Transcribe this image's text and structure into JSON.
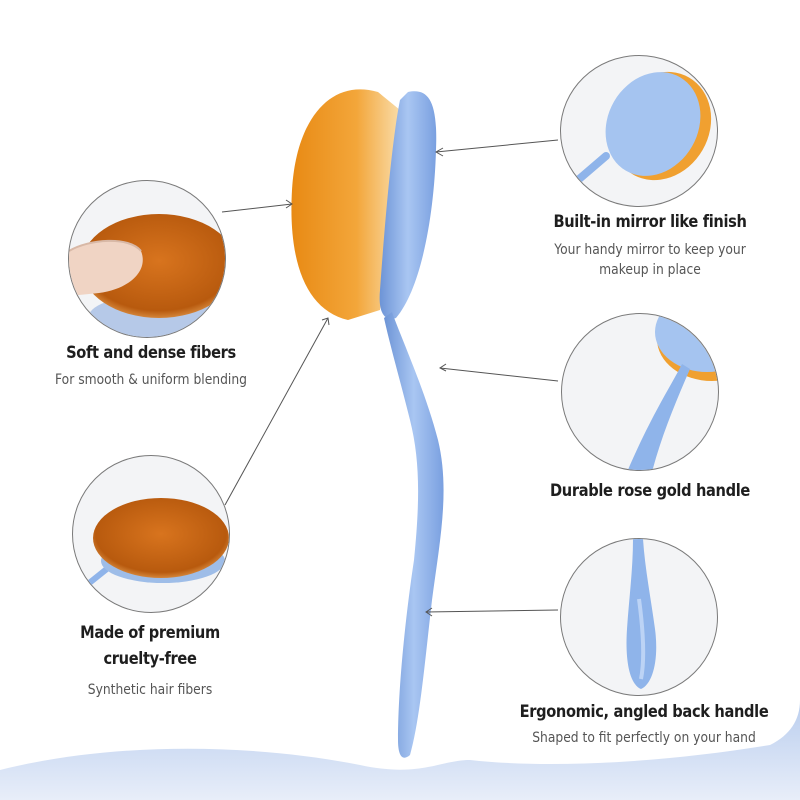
{
  "product": {
    "name": "Oval makeup brush",
    "colors": {
      "handle_blue": "#8fb4ea",
      "handle_blue_dark": "#6d94d6",
      "bristle_orange": "#f0a030",
      "bristle_light": "#f8d9a0",
      "text_dark": "#1e1e1e",
      "text_gray": "#555555",
      "wave_blue": "#c9d8f0"
    }
  },
  "features": [
    {
      "id": "soft-fibers",
      "title": "Soft and dense fibers",
      "subtitle": "For smooth & uniform blending",
      "side": "left",
      "icon": "finger-pressing-bristles"
    },
    {
      "id": "cruelty-free",
      "title": "Made of premium cruelty-free",
      "subtitle": "Synthetic hair fibers",
      "side": "left",
      "icon": "brush-head-closeup"
    },
    {
      "id": "mirror-finish",
      "title": "Built-in mirror like finish",
      "subtitle": "Your handy mirror to keep your makeup in place",
      "side": "right",
      "icon": "mirror-back"
    },
    {
      "id": "rose-gold-handle",
      "title": "Durable rose gold handle",
      "subtitle": "",
      "side": "right",
      "icon": "handle-neck"
    },
    {
      "id": "ergonomic-handle",
      "title": "Ergonomic, angled back handle",
      "subtitle": "Shaped to fit perfectly on your hand",
      "side": "right",
      "icon": "handle-grip"
    }
  ]
}
